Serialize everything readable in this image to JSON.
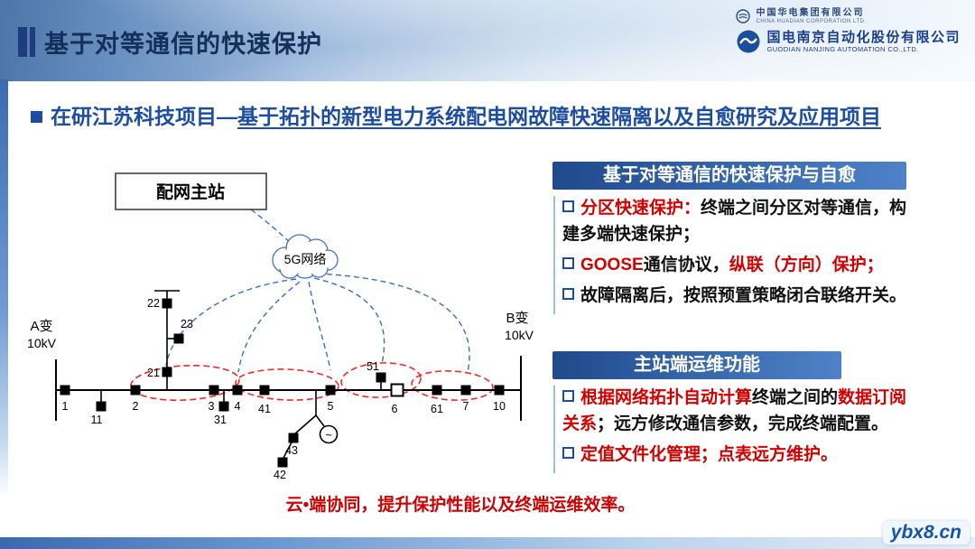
{
  "header": {
    "title": "基于对等通信的快速保护",
    "logos": {
      "huadian_cn": "中国华电集团有限公司",
      "huadian_en": "CHINA HUADIAN CORPORATION LTD.",
      "guodian_cn": "国电南京自动化股份有限公司",
      "guodian_en": "GUODIAN NANJING AUTOMATION CO.,LTD."
    }
  },
  "subtitle": {
    "segments": [
      {
        "t": "在研江苏科技项目—",
        "c": "blue"
      },
      {
        "t": "基于拓扑的新型电力系统配电网故障快速隔离以及自愈研究及应用项目",
        "c": "blue-underline"
      }
    ]
  },
  "diagram": {
    "master_station": "配网主站",
    "cloud": "5G网络",
    "bus_left": {
      "name": "A变",
      "voltage": "10kV"
    },
    "bus_right": {
      "name": "B变",
      "voltage": "10kV"
    },
    "generator": "~",
    "nodes": {
      "n1": "1",
      "n11": "11",
      "n2": "2",
      "n21": "21",
      "n22": "22",
      "n23": "23",
      "n3": "3",
      "n31": "31",
      "n4": "4",
      "n41": "41",
      "n5": "5",
      "n51": "51",
      "n43": "43",
      "n42": "42",
      "n6": "6",
      "n61": "61",
      "n7": "7",
      "n10": "10"
    }
  },
  "panels": [
    {
      "title": "基于对等通信的快速保护与自愈",
      "bullets": [
        {
          "segments": [
            {
              "t": "分区快速保护：",
              "c": "red"
            },
            {
              "t": "终端之间分区对等通信，构建多端快速保护；",
              "c": "black"
            }
          ]
        },
        {
          "segments": [
            {
              "t": "GOOSE",
              "c": "red"
            },
            {
              "t": "通信协议，",
              "c": "black"
            },
            {
              "t": "纵联（方向）保护；",
              "c": "red"
            }
          ]
        },
        {
          "segments": [
            {
              "t": "故障隔离后，按照预置策略闭合联络开关。",
              "c": "black"
            }
          ]
        }
      ]
    },
    {
      "title": "主站端运维功能",
      "bullets": [
        {
          "segments": [
            {
              "t": "根据网络拓扑自动计算",
              "c": "red"
            },
            {
              "t": "终端之间的",
              "c": "black"
            },
            {
              "t": "数据订阅关系",
              "c": "red"
            },
            {
              "t": "；远方修改通信参数，完成终端配置。",
              "c": "black"
            }
          ]
        },
        {
          "segments": [
            {
              "t": "定值文件化管理；点表远方维护。",
              "c": "red"
            }
          ]
        }
      ]
    }
  ],
  "footer": {
    "text": "云•端协同，提升保护性能以及终端运维效率。"
  },
  "watermark": "ybx8.cn",
  "colors": {
    "accent_blue": "#1d4da0",
    "red": "#d00000",
    "panel_header_start": "#1f4a8c",
    "panel_header_end": "#4e82c8"
  }
}
